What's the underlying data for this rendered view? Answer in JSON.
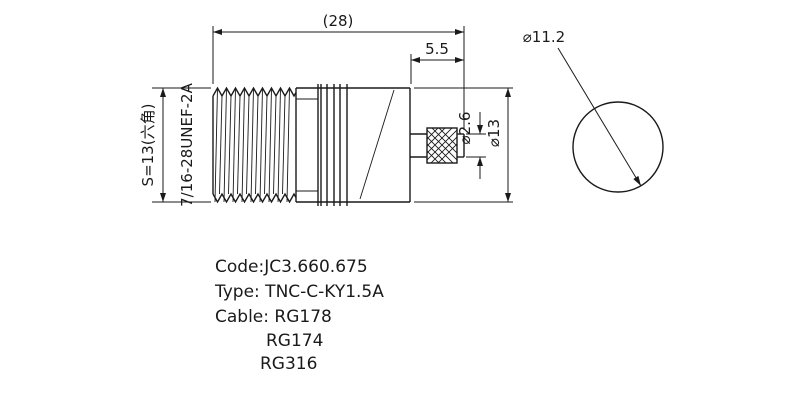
{
  "dimensions": {
    "overall_length": "(28)",
    "tip_length": "5.5",
    "flange_diameter": "⌀11.2",
    "pin_diameter": "⌀2.6",
    "body_diameter": "⌀13",
    "hex_size": "S=13(六角)",
    "thread_spec": "7/16-28UNEF-2A"
  },
  "specs": {
    "code": "Code:JC3.660.675",
    "type": "Type: TNC-C-KY1.5A",
    "cable_label": "Cable: RG178",
    "cable_2": "RG174",
    "cable_3": "RG316"
  }
}
